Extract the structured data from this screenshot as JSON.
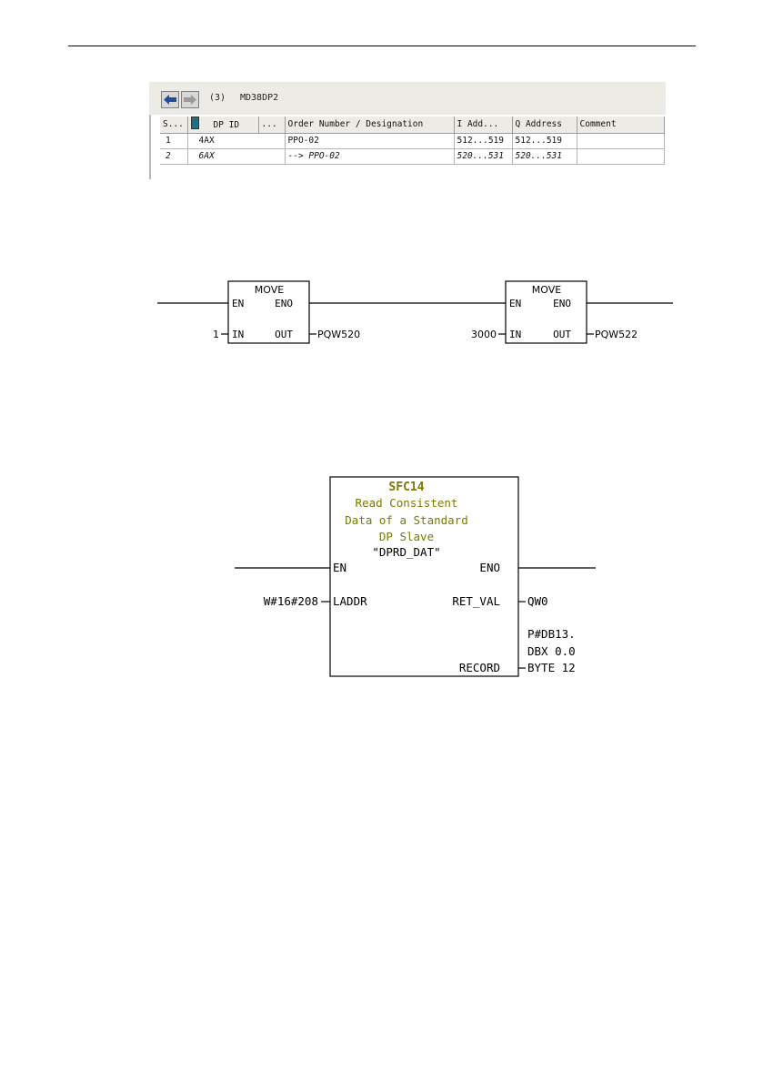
{
  "hw_config": {
    "station_number": "(3)",
    "station_name": "MD38DP2",
    "columns": [
      "S...",
      "DP ID",
      "...",
      "Order Number / Designation",
      "I Add...",
      "Q Address",
      "Comment"
    ],
    "rows": [
      {
        "slot": "1",
        "dp_id": "4AX",
        "designation": "PPO-02",
        "i_addr": "512...519",
        "q_addr": "512...519",
        "comment": "",
        "italic": false
      },
      {
        "slot": "2",
        "dp_id": "6AX",
        "designation": "--> PPO-02",
        "i_addr": "520...531",
        "q_addr": "520...531",
        "comment": "",
        "italic": true
      }
    ]
  },
  "move_blocks": [
    {
      "title": "MOVE",
      "en": "EN",
      "eno": "ENO",
      "in": "IN",
      "out": "OUT",
      "in_value": "1",
      "out_value": "PQW520"
    },
    {
      "title": "MOVE",
      "en": "EN",
      "eno": "ENO",
      "in": "IN",
      "out": "OUT",
      "in_value": "3000",
      "out_value": "PQW522"
    }
  ],
  "sfc_block": {
    "title": "SFC14",
    "description": [
      "Read Consistent",
      "Data of a Standard",
      "DP Slave"
    ],
    "symbol": "\"DPRD_DAT\"",
    "en": "EN",
    "eno": "ENO",
    "laddr": "LADDR",
    "laddr_value": "W#16#208",
    "ret_val": "RET_VAL",
    "ret_val_value": "QW0",
    "record": "RECORD",
    "record_value": [
      "P#DB13.",
      "DBX 0.0",
      "BYTE 12"
    ]
  },
  "colors": {
    "sfc_title": "#7a7a00",
    "sfc_description": "#7a7a00",
    "nav_arrow": "#1f4f9c",
    "slot_icon": "#1e6f8a"
  },
  "icons": [
    "back-arrow-icon",
    "forward-arrow-icon",
    "slot-module-icon"
  ]
}
